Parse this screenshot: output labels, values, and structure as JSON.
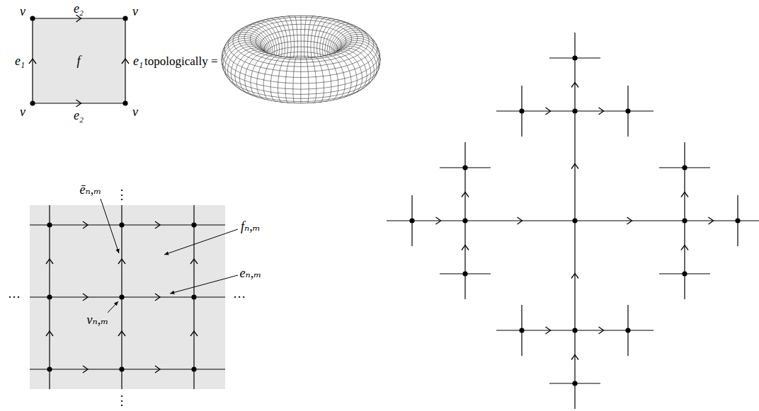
{
  "diagram": {
    "labels": [
      "v",
      "e₂",
      "v",
      "e₁",
      "f",
      "e₁",
      "topologically =",
      "v",
      "e₂",
      "v",
      "ēₙ,ₘ",
      "⋮",
      "fₙ,ₘ",
      "eₙ,ₘ",
      "···",
      "vₙ,ₘ",
      "···",
      "⋮"
    ]
  }
}
